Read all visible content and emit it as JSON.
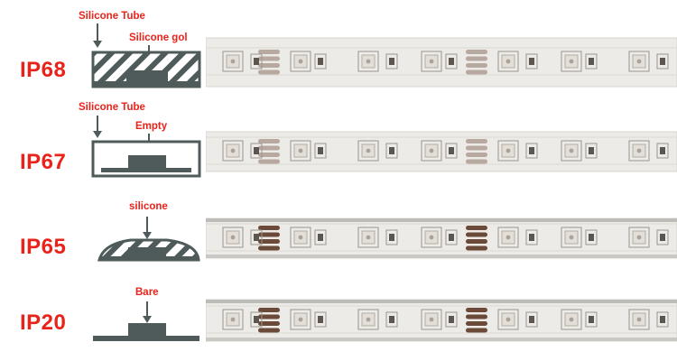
{
  "rows": [
    {
      "rating": "IP68",
      "labels": {
        "tube": "Silicone Tube",
        "fill": "Silicone gol"
      },
      "strip_style": "light"
    },
    {
      "rating": "IP67",
      "labels": {
        "tube": "Silicone Tube",
        "fill": "Empty"
      },
      "strip_style": "light"
    },
    {
      "rating": "IP65",
      "labels": {
        "fill": "silicone"
      },
      "strip_style": "dark-pads"
    },
    {
      "rating": "IP20",
      "labels": {
        "fill": "Bare"
      },
      "strip_style": "dark-pads"
    }
  ],
  "colors": {
    "rating_red": "#e8231a",
    "diagram_gray": "#4f5a5a",
    "strip_bg": "#ecebe7",
    "pad_light": "#b8a9a0",
    "pad_dark": "#6b4a3a"
  }
}
